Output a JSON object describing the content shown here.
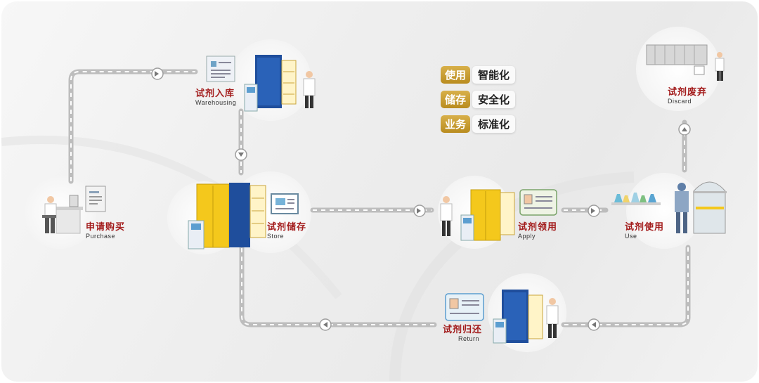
{
  "features": [
    {
      "key": "使用",
      "value": "智能化"
    },
    {
      "key": "储存",
      "value": "安全化"
    },
    {
      "key": "业务",
      "value": "标准化"
    }
  ],
  "stages": {
    "purchase": {
      "cn": "申请购买",
      "en": "Purchase"
    },
    "warehousing": {
      "cn": "试剂入库",
      "en": "Warehousing"
    },
    "store": {
      "cn": "试剂储存",
      "en": "Store"
    },
    "apply": {
      "cn": "试剂领用",
      "en": "Apply"
    },
    "use": {
      "cn": "试剂使用",
      "en": "Use"
    },
    "discard": {
      "cn": "试剂废弃",
      "en": "Discard"
    },
    "return": {
      "cn": "试剂归还",
      "en": "Return"
    }
  },
  "colors": {
    "label_red": "#a31c1c",
    "gold": "#c99a2e",
    "cabinet_blue": "#1f4e9c",
    "cabinet_yellow": "#f4c81c",
    "path_gray": "#bdbdbd"
  }
}
